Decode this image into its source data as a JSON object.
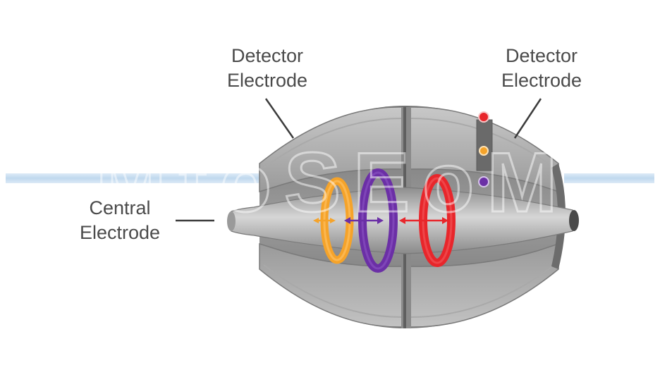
{
  "labels": {
    "detector_left": {
      "line1": "Detector",
      "line2": "Electrode"
    },
    "detector_right": {
      "line1": "Detector",
      "line2": "Electrode"
    },
    "central": {
      "line1": "Central",
      "line2": "Electrode"
    }
  },
  "watermark": "MtoSEoM",
  "ions": [
    {
      "name": "orange-ion",
      "color": "#f5a32a"
    },
    {
      "name": "purple-ion",
      "color": "#6b2fa6"
    },
    {
      "name": "red-ion",
      "color": "#e8262b"
    }
  ],
  "colors": {
    "electrode_light": "#b9b9b9",
    "electrode_mid": "#a3a3a3",
    "electrode_dark": "#7b7b7b",
    "leader_line": "#3c3c3c",
    "watermark_band": "#b9d4ec"
  }
}
